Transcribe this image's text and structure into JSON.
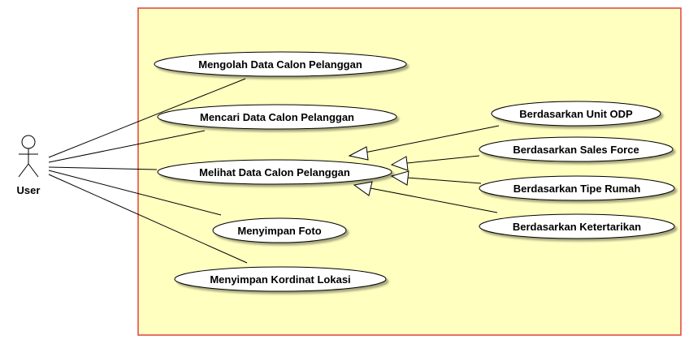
{
  "diagram": {
    "actor": {
      "label": "User"
    },
    "use_cases": [
      {
        "id": "uc1",
        "label": "Mengolah Data Calon Pelanggan"
      },
      {
        "id": "uc2",
        "label": "Mencari Data Calon Pelanggan"
      },
      {
        "id": "uc3",
        "label": "Melihat Data Calon Pelanggan"
      },
      {
        "id": "uc4",
        "label": "Menyimpan Foto"
      },
      {
        "id": "uc5",
        "label": "Menyimpan Kordinat Lokasi"
      },
      {
        "id": "uc6",
        "label": "Berdasarkan Unit ODP"
      },
      {
        "id": "uc7",
        "label": "Berdasarkan Sales Force"
      },
      {
        "id": "uc8",
        "label": "Berdasarkan Tipe Rumah"
      },
      {
        "id": "uc9",
        "label": "Berdasarkan Ketertarikan"
      }
    ],
    "associations": [
      {
        "from": "actor",
        "to": "uc1"
      },
      {
        "from": "actor",
        "to": "uc2"
      },
      {
        "from": "actor",
        "to": "uc3"
      },
      {
        "from": "actor",
        "to": "uc4"
      },
      {
        "from": "actor",
        "to": "uc5"
      }
    ],
    "generalizations": [
      {
        "from": "uc6",
        "to": "uc3"
      },
      {
        "from": "uc7",
        "to": "uc3"
      },
      {
        "from": "uc8",
        "to": "uc3"
      },
      {
        "from": "uc9",
        "to": "uc3"
      }
    ],
    "colors": {
      "boundary_fill": "#ffffc0",
      "boundary_stroke": "#e04040",
      "usecase_fill": "#ffffff",
      "line": "#000000"
    }
  }
}
